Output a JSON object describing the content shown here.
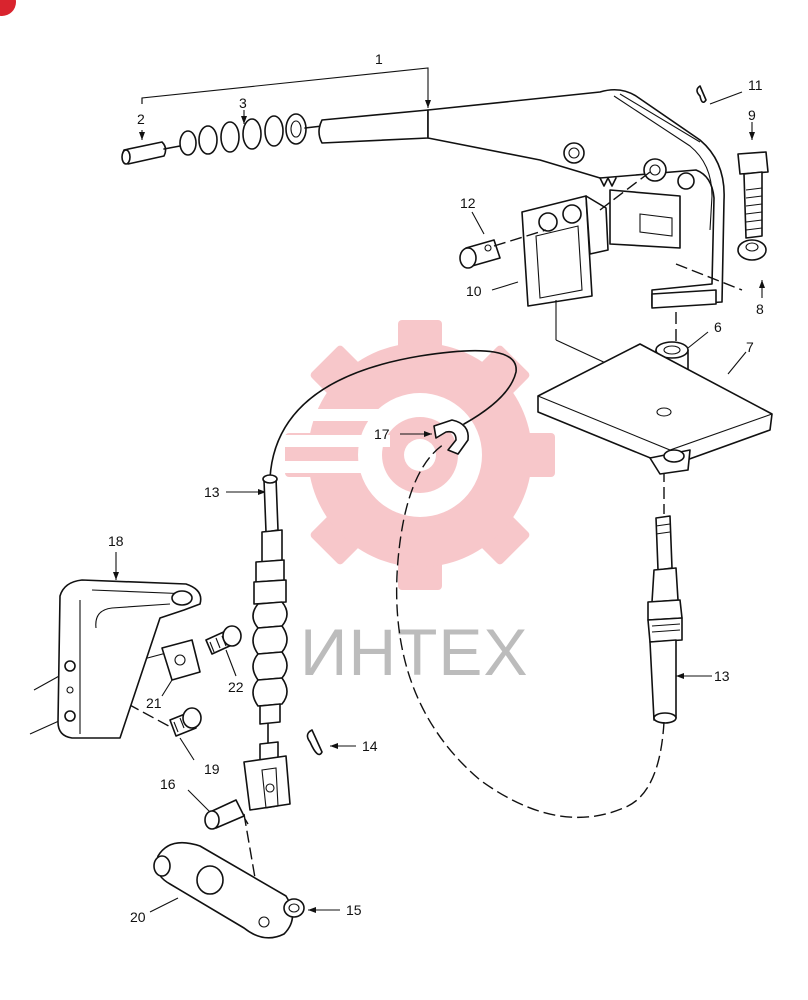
{
  "watermark": {
    "text": "ИНТЕХ",
    "color": "#f29aa0",
    "text_color": "#bcbcbc"
  },
  "corner_badge": {
    "color": "#d9242e"
  },
  "callouts": [
    {
      "id": "c1",
      "label": "1"
    },
    {
      "id": "c2",
      "label": "2"
    },
    {
      "id": "c3",
      "label": "3"
    },
    {
      "id": "c6",
      "label": "6"
    },
    {
      "id": "c7",
      "label": "7"
    },
    {
      "id": "c8",
      "label": "8"
    },
    {
      "id": "c9",
      "label": "9"
    },
    {
      "id": "c10",
      "label": "10"
    },
    {
      "id": "c11",
      "label": "11"
    },
    {
      "id": "c12",
      "label": "12"
    },
    {
      "id": "c13a",
      "label": "13"
    },
    {
      "id": "c13b",
      "label": "13"
    },
    {
      "id": "c14",
      "label": "14"
    },
    {
      "id": "c15",
      "label": "15"
    },
    {
      "id": "c16",
      "label": "16"
    },
    {
      "id": "c17",
      "label": "17"
    },
    {
      "id": "c18",
      "label": "18"
    },
    {
      "id": "c19",
      "label": "19"
    },
    {
      "id": "c20",
      "label": "20"
    },
    {
      "id": "c21",
      "label": "21"
    },
    {
      "id": "c22",
      "label": "22"
    }
  ]
}
